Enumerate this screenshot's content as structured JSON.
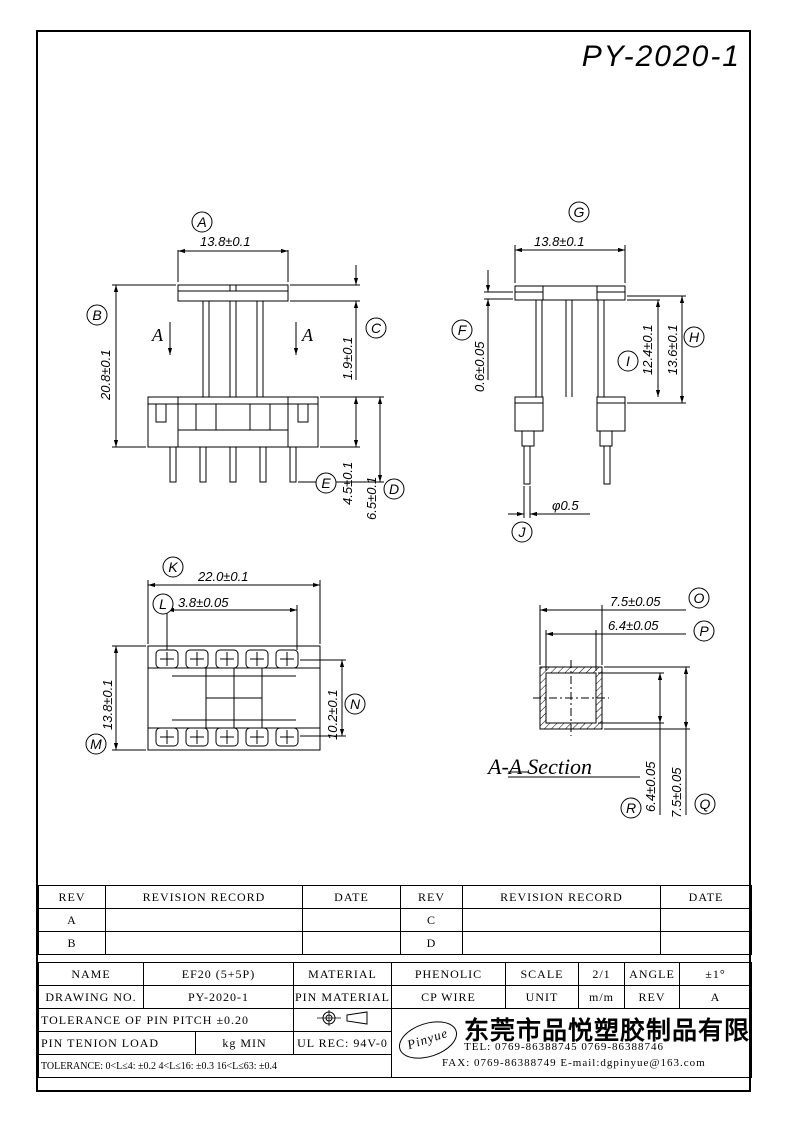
{
  "drawing_number": "PY-2020-1",
  "labels": {
    "A": "A",
    "B": "B",
    "C": "C",
    "D": "D",
    "E": "E",
    "F": "F",
    "G": "G",
    "H": "H",
    "I": "I",
    "J": "J",
    "K": "K",
    "L": "L",
    "M": "M",
    "N": "N",
    "O": "O",
    "P": "P",
    "Q": "Q",
    "R": "R"
  },
  "dims": {
    "A": "13.8±0.1",
    "B": "20.8±0.1",
    "C": "1.9±0.1",
    "D": "6.5±0.1",
    "E": "4.5±0.1",
    "F": "0.6±0.05",
    "G": "13.8±0.1",
    "H": "13.6±0.1",
    "I": "12.4±0.1",
    "J": "φ0.5",
    "K": "22.0±0.1",
    "L": "3.8±0.05",
    "M": "13.8±0.1",
    "N": "10.2±0.1",
    "O": "7.5±0.05",
    "P": "6.4±0.05",
    "Q": "7.5±0.05",
    "R": "6.4±0.05"
  },
  "section_mark": "A",
  "section_caption": "A-A Section",
  "revision": {
    "headers": [
      "REV",
      "REVISION RECORD",
      "DATE",
      "REV",
      "REVISION RECORD",
      "DATE"
    ],
    "rows": [
      [
        "A",
        "",
        "",
        "C",
        "",
        ""
      ],
      [
        "B",
        "",
        "",
        "D",
        "",
        ""
      ]
    ]
  },
  "info": {
    "name_label": "NAME",
    "name_value": "EF20 (5+5P)",
    "material_label": "MATERIAL",
    "material_value": "PHENOLIC",
    "scale_label": "SCALE",
    "scale_value": "2/1",
    "angle_label": "ANGLE",
    "angle_value": "±1°",
    "drawing_no_label": "DRAWING NO.",
    "drawing_no_value": "PY-2020-1",
    "pin_material_label": "PIN MATERIAL",
    "pin_material_value": "CP WIRE",
    "unit_label": "UNIT",
    "unit_value": "m/m",
    "rev_label": "REV",
    "rev_value": "A",
    "tolerance_pitch": "TOLERANCE OF PIN PITCH ±0.20",
    "pin_tension_label": "PIN TENION LOAD",
    "pin_tension_value": "kg MIN",
    "ul_rec": "UL REC: 94V-0",
    "tolerance_ranges": "TOLERANCE: 0<L≤4: ±0.2  4<L≤16: ±0.3  16<L≤63: ±0.4",
    "logo_text": "Pinyue",
    "company_name": "东莞市品悦塑胶制品有限公司",
    "tel": "TEL: 0769-86388745   0769-86388746",
    "fax": "FAX: 0769-86388749  E-mail:dgpinyue@163.com"
  }
}
